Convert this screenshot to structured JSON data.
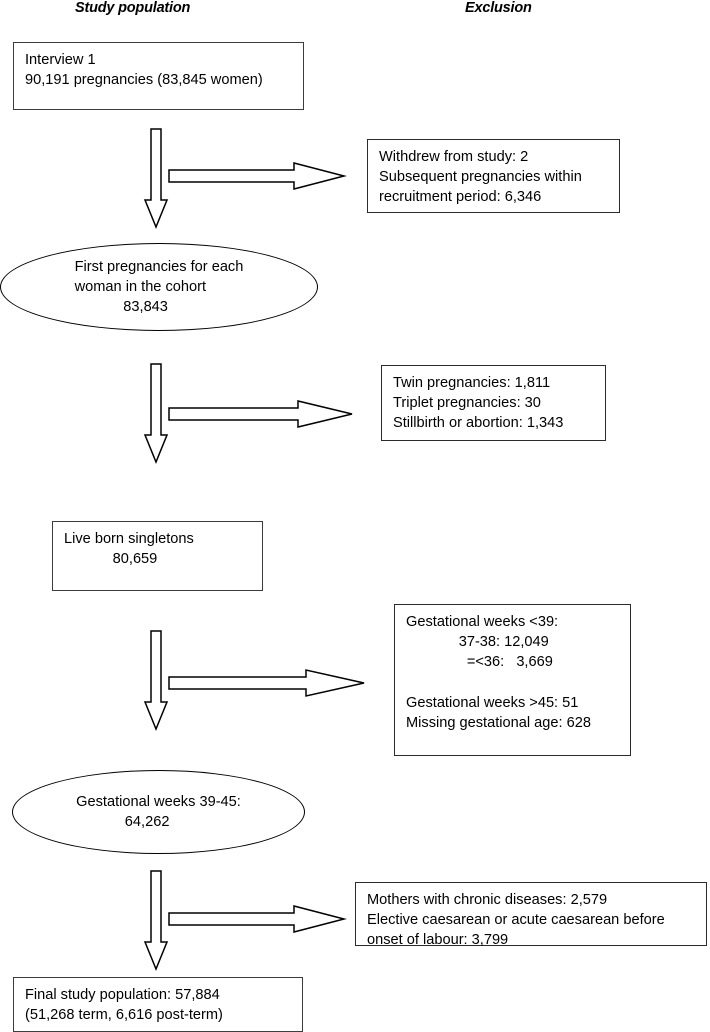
{
  "headers": {
    "left": "Study population",
    "right": "Exclusion"
  },
  "flow": {
    "nodes": [
      {
        "id": "interview-1",
        "shape": "box",
        "text": "Interview 1\n90,191 pregnancies (83,845 women)"
      },
      {
        "id": "first-pregnancies",
        "shape": "oval",
        "text": "First pregnancies for each\nwoman in the cohort\n            83,843"
      },
      {
        "id": "live-born-singletons",
        "shape": "box",
        "text": "Live born singletons\n            80,659"
      },
      {
        "id": "gestational-weeks-39-45",
        "shape": "oval",
        "text": "Gestational weeks 39-45:\n            64,262"
      },
      {
        "id": "final-study-population",
        "shape": "box",
        "text": "Final study population: 57,884\n(51,268 term, 6,616 post-term)"
      }
    ],
    "exclusions": [
      {
        "id": "exclusion-1",
        "text": "Withdrew from study: 2\nSubsequent pregnancies within\nrecruitment period: 6,346"
      },
      {
        "id": "exclusion-2",
        "text": "Twin pregnancies: 1,811\nTriplet pregnancies: 30\nStillbirth or abortion: 1,343"
      },
      {
        "id": "exclusion-3",
        "text": "Gestational weeks <39:\n             37-38: 12,049\n               =<36:   3,669\n\nGestational weeks >45: 51\nMissing gestational age: 628"
      },
      {
        "id": "exclusion-4",
        "text": "Mothers with chronic diseases: 2,579\nElective caesarean or acute caesarean before\nonset of labour: 3,799"
      }
    ]
  },
  "colors": {
    "stroke": "#000000",
    "box_border": "#3c3c3c",
    "background": "#ffffff"
  }
}
